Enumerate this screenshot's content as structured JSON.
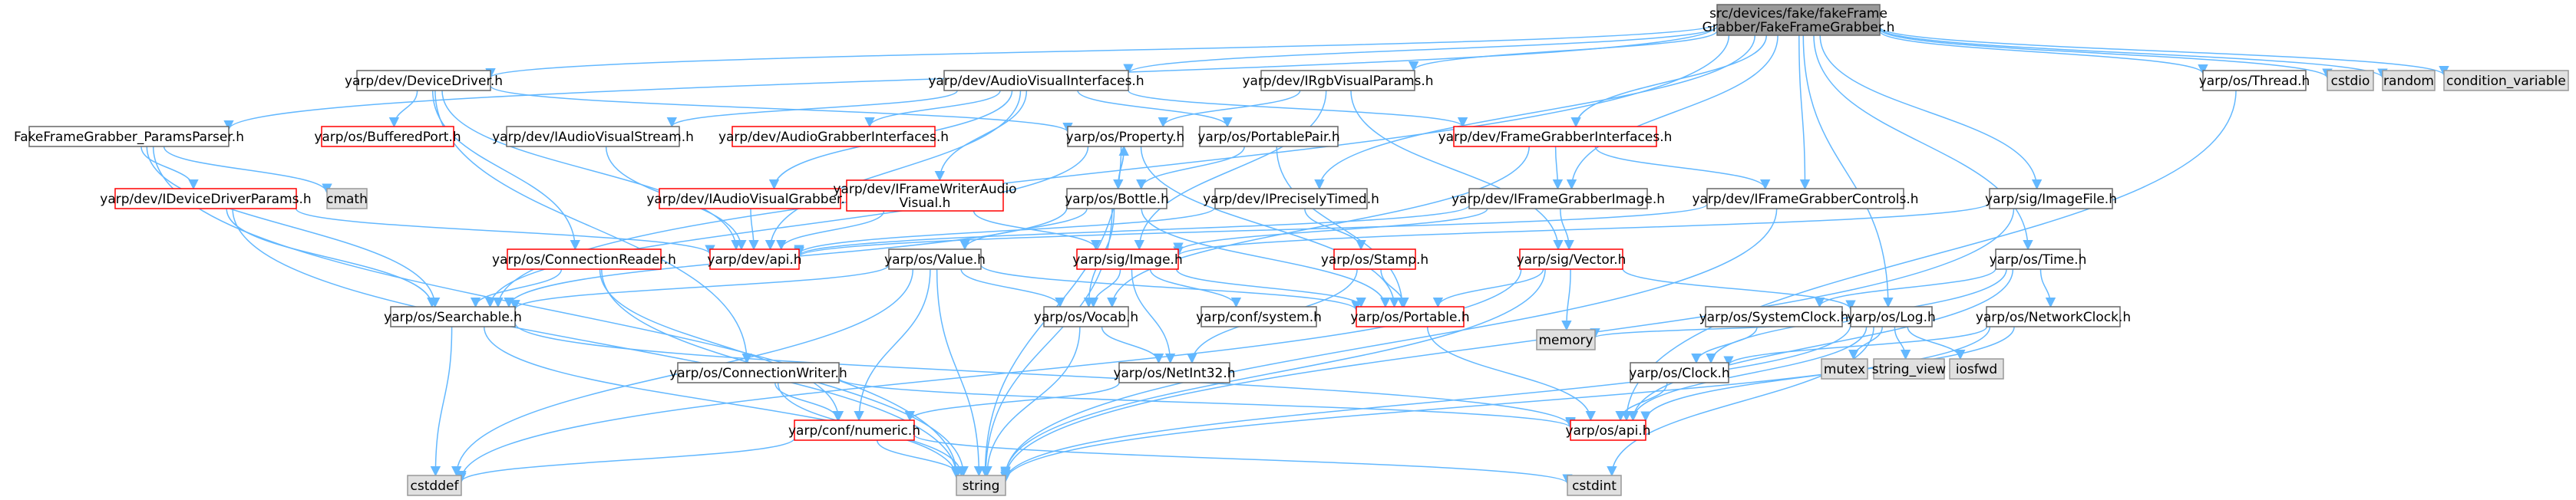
{
  "colors": {
    "edge": "#63b8ff",
    "node_fill": "#ffffff",
    "node_border": "#666666",
    "red_border": "#ff0000",
    "gray_fill": "#e0e0e0",
    "gray_border": "#999999",
    "root_fill": "#999999",
    "root_border": "#666666"
  },
  "nodes": [
    {
      "id": "root",
      "lines": [
        "src/devices/fake/fakeFrame",
        "Grabber/FakeFrameGrabber.h"
      ],
      "style": "root"
    },
    {
      "id": "deviceDriver",
      "lines": [
        "yarp/dev/DeviceDriver.h"
      ],
      "style": "normal"
    },
    {
      "id": "avInterfaces",
      "lines": [
        "yarp/dev/AudioVisualInterfaces.h"
      ],
      "style": "normal"
    },
    {
      "id": "irgb",
      "lines": [
        "yarp/dev/IRgbVisualParams.h"
      ],
      "style": "normal"
    },
    {
      "id": "thread",
      "lines": [
        "yarp/os/Thread.h"
      ],
      "style": "normal"
    },
    {
      "id": "cstdio",
      "lines": [
        "cstdio"
      ],
      "style": "gray"
    },
    {
      "id": "random",
      "lines": [
        "random"
      ],
      "style": "gray"
    },
    {
      "id": "condvar",
      "lines": [
        "condition_variable"
      ],
      "style": "gray"
    },
    {
      "id": "paramsParser",
      "lines": [
        "FakeFrameGrabber_ParamsParser.h"
      ],
      "style": "normal"
    },
    {
      "id": "bufferedPort",
      "lines": [
        "yarp/os/BufferedPort.h"
      ],
      "style": "red"
    },
    {
      "id": "iavStream",
      "lines": [
        "yarp/dev/IAudioVisualStream.h"
      ],
      "style": "normal"
    },
    {
      "id": "audioGrabberIf",
      "lines": [
        "yarp/dev/AudioGrabberInterfaces.h"
      ],
      "style": "red"
    },
    {
      "id": "property",
      "lines": [
        "yarp/os/Property.h"
      ],
      "style": "normal"
    },
    {
      "id": "portablePair",
      "lines": [
        "yarp/os/PortablePair.h"
      ],
      "style": "normal"
    },
    {
      "id": "frameGrabberIf",
      "lines": [
        "yarp/dev/FrameGrabberInterfaces.h"
      ],
      "style": "red"
    },
    {
      "id": "cmath",
      "lines": [
        "cmath"
      ],
      "style": "gray"
    },
    {
      "id": "ideviceDriverParams",
      "lines": [
        "yarp/dev/IDeviceDriverParams.h"
      ],
      "style": "red"
    },
    {
      "id": "iavGrabber",
      "lines": [
        "yarp/dev/IAudioVisualGrabber.h"
      ],
      "style": "red"
    },
    {
      "id": "ifwaVisual",
      "lines": [
        "yarp/dev/IFrameWriterAudio",
        "Visual.h"
      ],
      "style": "red"
    },
    {
      "id": "bottle",
      "lines": [
        "yarp/os/Bottle.h"
      ],
      "style": "normal"
    },
    {
      "id": "ipreciselyTimed",
      "lines": [
        "yarp/dev/IPreciselyTimed.h"
      ],
      "style": "normal"
    },
    {
      "id": "iframeGrabberImage",
      "lines": [
        "yarp/dev/IFrameGrabberImage.h"
      ],
      "style": "normal"
    },
    {
      "id": "iframeGrabberControls",
      "lines": [
        "yarp/dev/IFrameGrabberControls.h"
      ],
      "style": "normal"
    },
    {
      "id": "imageFile",
      "lines": [
        "yarp/sig/ImageFile.h"
      ],
      "style": "normal"
    },
    {
      "id": "devApi",
      "lines": [
        "yarp/dev/api.h"
      ],
      "style": "red"
    },
    {
      "id": "connReader",
      "lines": [
        "yarp/os/ConnectionReader.h"
      ],
      "style": "red"
    },
    {
      "id": "value",
      "lines": [
        "yarp/os/Value.h"
      ],
      "style": "normal"
    },
    {
      "id": "image",
      "lines": [
        "yarp/sig/Image.h"
      ],
      "style": "red"
    },
    {
      "id": "stamp",
      "lines": [
        "yarp/os/Stamp.h"
      ],
      "style": "red"
    },
    {
      "id": "vector",
      "lines": [
        "yarp/sig/Vector.h"
      ],
      "style": "red"
    },
    {
      "id": "time",
      "lines": [
        "yarp/os/Time.h"
      ],
      "style": "normal"
    },
    {
      "id": "searchable",
      "lines": [
        "yarp/os/Searchable.h"
      ],
      "style": "normal"
    },
    {
      "id": "vocab",
      "lines": [
        "yarp/os/Vocab.h"
      ],
      "style": "normal"
    },
    {
      "id": "confSystem",
      "lines": [
        "yarp/conf/system.h"
      ],
      "style": "normal"
    },
    {
      "id": "portable",
      "lines": [
        "yarp/os/Portable.h"
      ],
      "style": "red"
    },
    {
      "id": "systemClock",
      "lines": [
        "yarp/os/SystemClock.h"
      ],
      "style": "normal"
    },
    {
      "id": "log",
      "lines": [
        "yarp/os/Log.h"
      ],
      "style": "normal"
    },
    {
      "id": "networkClock",
      "lines": [
        "yarp/os/NetworkClock.h"
      ],
      "style": "normal"
    },
    {
      "id": "memory",
      "lines": [
        "memory"
      ],
      "style": "gray"
    },
    {
      "id": "mutex",
      "lines": [
        "mutex"
      ],
      "style": "gray"
    },
    {
      "id": "stringView",
      "lines": [
        "string_view"
      ],
      "style": "gray"
    },
    {
      "id": "iosfwd",
      "lines": [
        "iosfwd"
      ],
      "style": "gray"
    },
    {
      "id": "connWriter",
      "lines": [
        "yarp/os/ConnectionWriter.h"
      ],
      "style": "normal"
    },
    {
      "id": "netInt32",
      "lines": [
        "yarp/os/NetInt32.h"
      ],
      "style": "normal"
    },
    {
      "id": "clock",
      "lines": [
        "yarp/os/Clock.h"
      ],
      "style": "normal"
    },
    {
      "id": "confNumeric",
      "lines": [
        "yarp/conf/numeric.h"
      ],
      "style": "red"
    },
    {
      "id": "osApi",
      "lines": [
        "yarp/os/api.h"
      ],
      "style": "red"
    },
    {
      "id": "cstddef",
      "lines": [
        "cstddef"
      ],
      "style": "gray"
    },
    {
      "id": "string",
      "lines": [
        "string"
      ],
      "style": "gray"
    },
    {
      "id": "cstdint",
      "lines": [
        "cstdint"
      ],
      "style": "gray"
    }
  ],
  "edges": [
    [
      "root",
      "deviceDriver"
    ],
    [
      "root",
      "avInterfaces"
    ],
    [
      "root",
      "irgb"
    ],
    [
      "root",
      "thread"
    ],
    [
      "root",
      "cstdio"
    ],
    [
      "root",
      "random"
    ],
    [
      "root",
      "condvar"
    ],
    [
      "root",
      "paramsParser"
    ],
    [
      "root",
      "searchable"
    ],
    [
      "root",
      "ipreciselyTimed"
    ],
    [
      "root",
      "iframeGrabberImage"
    ],
    [
      "root",
      "iframeGrabberControls"
    ],
    [
      "root",
      "imageFile"
    ],
    [
      "root",
      "time"
    ],
    [
      "root",
      "log"
    ],
    [
      "root",
      "frameGrabberIf"
    ],
    [
      "deviceDriver",
      "bufferedPort"
    ],
    [
      "deviceDriver",
      "property"
    ],
    [
      "deviceDriver",
      "devApi"
    ],
    [
      "deviceDriver",
      "connWriter"
    ],
    [
      "deviceDriver",
      "connReader"
    ],
    [
      "avInterfaces",
      "iavStream"
    ],
    [
      "avInterfaces",
      "audioGrabberIf"
    ],
    [
      "avInterfaces",
      "portablePair"
    ],
    [
      "avInterfaces",
      "frameGrabberIf"
    ],
    [
      "avInterfaces",
      "iavGrabber"
    ],
    [
      "avInterfaces",
      "ifwaVisual"
    ],
    [
      "avInterfaces",
      "devApi"
    ],
    [
      "irgb",
      "property"
    ],
    [
      "irgb",
      "image"
    ],
    [
      "irgb",
      "vector"
    ],
    [
      "thread",
      "osApi"
    ],
    [
      "paramsParser",
      "cmath"
    ],
    [
      "paramsParser",
      "ideviceDriverParams"
    ],
    [
      "paramsParser",
      "searchable"
    ],
    [
      "paramsParser",
      "string"
    ],
    [
      "iavStream",
      "devApi"
    ],
    [
      "property",
      "searchable"
    ],
    [
      "property",
      "bottle"
    ],
    [
      "property",
      "string"
    ],
    [
      "property",
      "portable"
    ],
    [
      "portablePair",
      "bottle"
    ],
    [
      "portablePair",
      "portable"
    ],
    [
      "frameGrabberIf",
      "iframeGrabberImage"
    ],
    [
      "frameGrabberIf",
      "iframeGrabberControls"
    ],
    [
      "frameGrabberIf",
      "vocab"
    ],
    [
      "ideviceDriverParams",
      "devApi"
    ],
    [
      "ideviceDriverParams",
      "searchable"
    ],
    [
      "ideviceDriverParams",
      "string"
    ],
    [
      "iavGrabber",
      "devApi"
    ],
    [
      "ifwaVisual",
      "image"
    ],
    [
      "ifwaVisual",
      "devApi"
    ],
    [
      "bottle",
      "value"
    ],
    [
      "bottle",
      "searchable"
    ],
    [
      "bottle",
      "portable"
    ],
    [
      "bottle",
      "string"
    ],
    [
      "bottle",
      "vocab"
    ],
    [
      "bottle",
      "property"
    ],
    [
      "ipreciselyTimed",
      "stamp"
    ],
    [
      "ipreciselyTimed",
      "devApi"
    ],
    [
      "iframeGrabberImage",
      "image"
    ],
    [
      "iframeGrabberImage",
      "devApi"
    ],
    [
      "iframeGrabberImage",
      "vector"
    ],
    [
      "iframeGrabberControls",
      "devApi"
    ],
    [
      "iframeGrabberControls",
      "string"
    ],
    [
      "imageFile",
      "image"
    ],
    [
      "imageFile",
      "string"
    ],
    [
      "connReader",
      "searchable"
    ],
    [
      "connReader",
      "confNumeric"
    ],
    [
      "connReader",
      "string"
    ],
    [
      "value",
      "searchable"
    ],
    [
      "value",
      "vocab"
    ],
    [
      "value",
      "portable"
    ],
    [
      "value",
      "string"
    ],
    [
      "value",
      "confNumeric"
    ],
    [
      "value",
      "cstddef"
    ],
    [
      "image",
      "vocab"
    ],
    [
      "image",
      "portable"
    ],
    [
      "image",
      "netInt32"
    ],
    [
      "image",
      "confSystem"
    ],
    [
      "stamp",
      "portable"
    ],
    [
      "stamp",
      "netInt32"
    ],
    [
      "vector",
      "portable"
    ],
    [
      "vector",
      "log"
    ],
    [
      "vector",
      "memory"
    ],
    [
      "vector",
      "string"
    ],
    [
      "vector",
      "cstddef"
    ],
    [
      "time",
      "systemClock"
    ],
    [
      "time",
      "networkClock"
    ],
    [
      "time",
      "clock"
    ],
    [
      "time",
      "osApi"
    ],
    [
      "searchable",
      "osApi"
    ],
    [
      "searchable",
      "string"
    ],
    [
      "searchable",
      "cstddef"
    ],
    [
      "vocab",
      "netInt32"
    ],
    [
      "vocab",
      "string"
    ],
    [
      "portable",
      "osApi"
    ],
    [
      "systemClock",
      "clock"
    ],
    [
      "log",
      "memory"
    ],
    [
      "log",
      "mutex"
    ],
    [
      "log",
      "stringView"
    ],
    [
      "log",
      "iosfwd"
    ],
    [
      "log",
      "osApi"
    ],
    [
      "log",
      "string"
    ],
    [
      "log",
      "cstdint"
    ],
    [
      "networkClock",
      "clock"
    ],
    [
      "networkClock",
      "osApi"
    ],
    [
      "networkClock",
      "string"
    ],
    [
      "connWriter",
      "osApi"
    ],
    [
      "connWriter",
      "confNumeric"
    ],
    [
      "connWriter",
      "string"
    ],
    [
      "netInt32",
      "confNumeric"
    ],
    [
      "clock",
      "osApi"
    ],
    [
      "confNumeric",
      "string"
    ],
    [
      "confNumeric",
      "cstdint"
    ],
    [
      "confNumeric",
      "cstddef"
    ]
  ]
}
